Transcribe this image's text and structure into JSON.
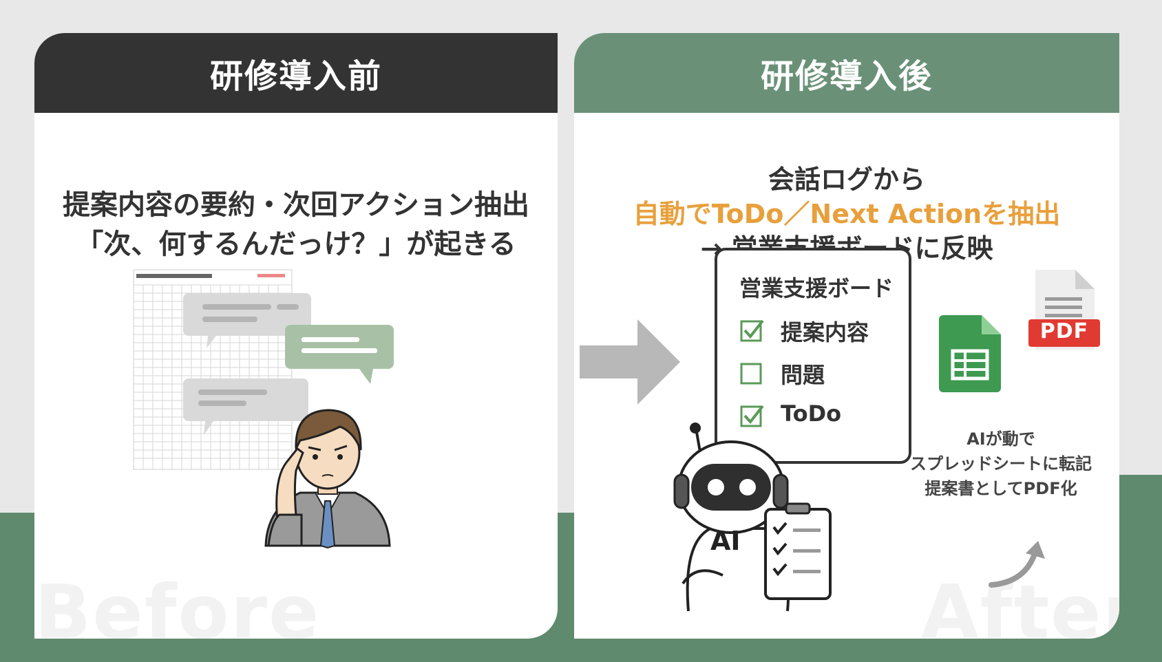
{
  "before": {
    "header": "研修導入前",
    "line1": "提案内容の要約・次回アクション抽出",
    "line2": "「次、何するんだっけ？」が起きる",
    "watermark": "Before"
  },
  "after": {
    "header": "研修導入後",
    "line1": "会話ログから",
    "line2": "自動でToDo／Next Actionを抽出",
    "line3": "→ 営業支援ボードに反映",
    "board": {
      "title": "営業支援ボード",
      "items": [
        {
          "label": "提案内容",
          "checked": true
        },
        {
          "label": "問題",
          "checked": false
        },
        {
          "label": "ToDo",
          "checked": true
        }
      ]
    },
    "robot_label": "AI",
    "pdf_label": "PDF",
    "note": [
      "AIが動で",
      "スプレッドシートに転記",
      "提案書としてPDF化"
    ],
    "watermark": "After"
  },
  "colors": {
    "dark_header": "#333333",
    "green_header": "#6a9178",
    "accent_orange": "#e8a03c",
    "background_band": "#5f8a6d"
  }
}
